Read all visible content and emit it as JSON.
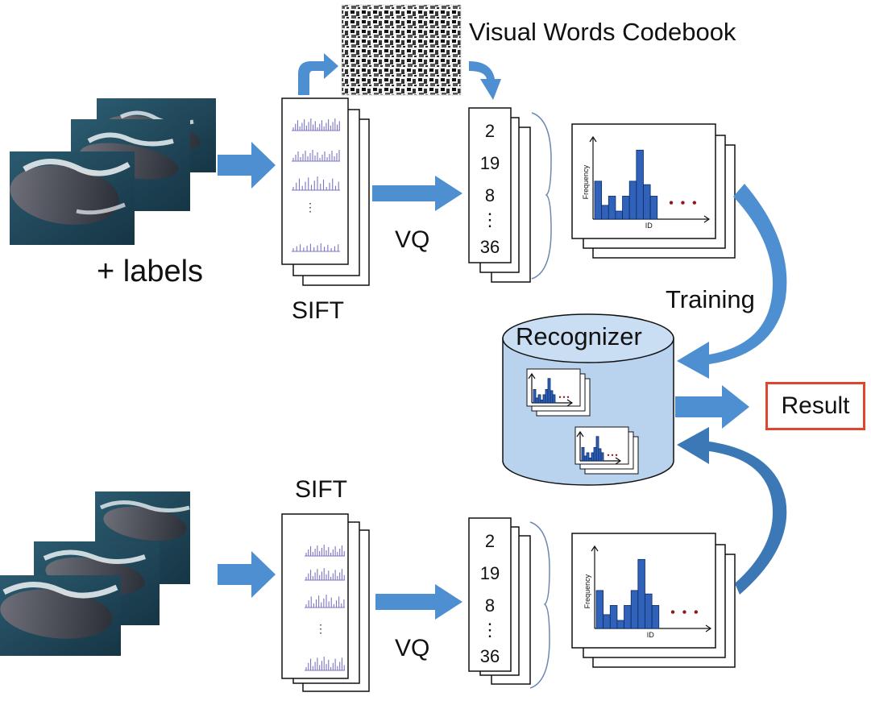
{
  "labels": {
    "codebook": "Visual Words Codebook",
    "plus_labels": "+ labels",
    "sift_top": "SIFT",
    "sift_bottom": "SIFT",
    "vq_top": "VQ",
    "vq_bottom": "VQ",
    "training": "Training",
    "recognizer": "Recognizer",
    "result": "Result",
    "hist_ylabel": "Frequency",
    "hist_xlabel": "ID",
    "ellipsis_dots": ". . ."
  },
  "codes_top": [
    "2",
    "19",
    "8",
    "⋮",
    "36"
  ],
  "codes_bottom": [
    "2",
    "19",
    "8",
    "⋮",
    "36"
  ],
  "histogram_bars": [
    0.33,
    0.12,
    0.2,
    0.07,
    0.2,
    0.33,
    0.6,
    0.3,
    0.2
  ],
  "colors": {
    "arrow": "#4d8fd1",
    "arrow_dark": "#3b78b5",
    "bar": "#2f62b8",
    "sift_line": "#7b75c4",
    "cylinder": "#b9d3ef",
    "result_border": "#e2452f",
    "ellipsis_dots": "#8b1a1a",
    "ocean": "#1f3d4f"
  }
}
